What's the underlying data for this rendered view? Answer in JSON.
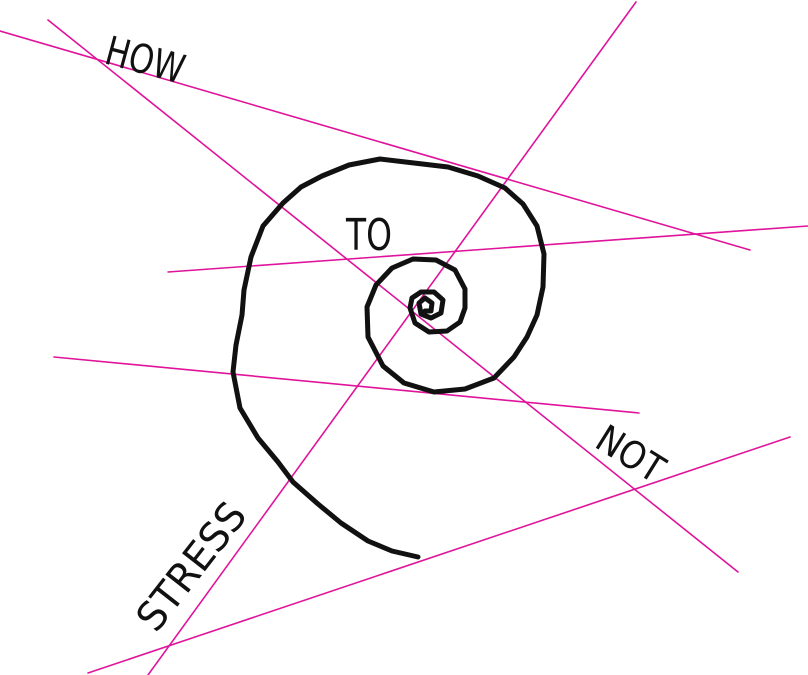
{
  "words": {
    "how": "HOW",
    "to": "TO",
    "not": "NOT",
    "stress": "STRESS"
  },
  "colors": {
    "background": "#ffffff",
    "lines": "#e0139b",
    "spiral": "#111111",
    "text": "#111111"
  },
  "icons": {
    "spiral": "spiral-icon"
  }
}
